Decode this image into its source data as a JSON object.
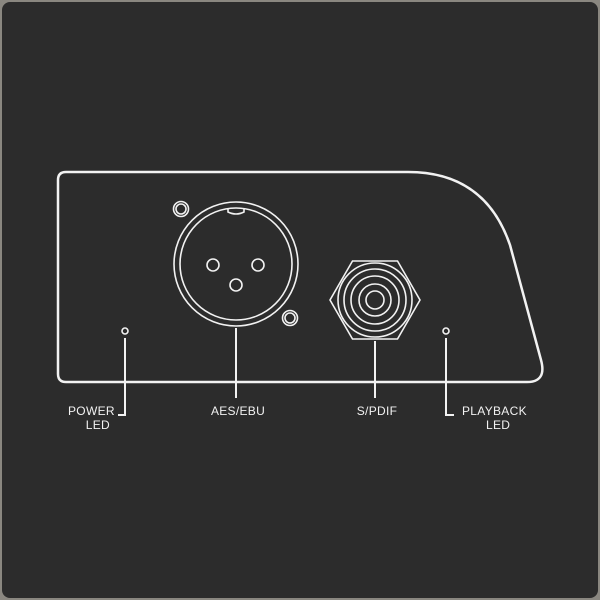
{
  "labels": {
    "power_led": [
      "POWER",
      "LED"
    ],
    "aes_ebu": "AES/EBU",
    "spdif": "S/PDIF",
    "playback_led": [
      "PLAYBACK",
      "LED"
    ]
  },
  "colors": {
    "background": "#2c2c2c",
    "frame": "#8a8780",
    "stroke": "#f2f2f2"
  }
}
